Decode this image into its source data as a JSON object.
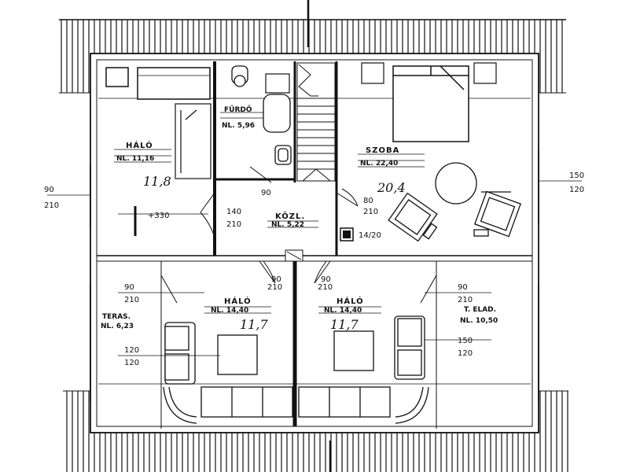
{
  "drawing": {
    "rooms": [
      {
        "key": "halo_nw",
        "name": "HÁLÓ",
        "area": "NL. 11,16",
        "hand": "11,8"
      },
      {
        "key": "furdo",
        "name": "FÜRDŐ",
        "area": "NL. 5,96"
      },
      {
        "key": "szoba",
        "name": "SZOBA",
        "area": "NL. 22,40",
        "hand": "20,4"
      },
      {
        "key": "kozl",
        "name": "KÖZL.",
        "area": "NL. 5,22"
      },
      {
        "key": "halo_sw",
        "name": "HÁLÓ",
        "area": "NL. 14,40",
        "hand": "11,7"
      },
      {
        "key": "halo_se",
        "name": "HÁLÓ",
        "area": "NL. 14,40",
        "hand": "11,7"
      },
      {
        "key": "terasz",
        "name": "TERAS.",
        "area": "NL. 6,23"
      },
      {
        "key": "t_elad",
        "name": "T. ELAD.",
        "area": "NL. 10,50"
      }
    ],
    "dims": {
      "left_edge": [
        "90",
        "210"
      ],
      "right_edge": [
        "150",
        "120"
      ],
      "level": "+330",
      "corridor_door": [
        "140",
        "210"
      ],
      "door_top": "90",
      "door_mid_left": "90",
      "door_mid_right": "90",
      "szoba_door": [
        "80",
        "210"
      ],
      "chimney": "14/20",
      "sw_window": [
        "90",
        "210"
      ],
      "sw_window2": [
        "120",
        "120"
      ],
      "se_window": [
        "90",
        "210"
      ],
      "se_window2": [
        "150",
        "120"
      ],
      "dim_210a": "210",
      "dim_210b": "210"
    }
  }
}
